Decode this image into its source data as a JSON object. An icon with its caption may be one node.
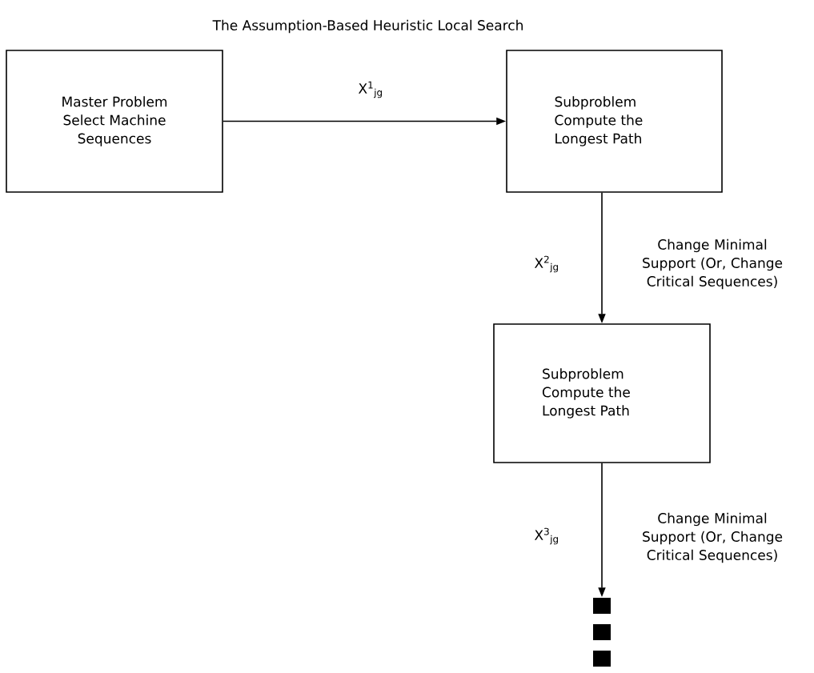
{
  "diagram": {
    "title": "The Assumption-Based Heuristic Local Search",
    "nodes": [
      {
        "text": [
          "Master Problem Select Machine Sequences"
        ]
      },
      {
        "text": [
          "Subproblem Compute the Longest Path"
        ]
      },
      {
        "text": [
          "Subproblem Compute the Longest Path"
        ]
      },
      {
        "text": [],
        "shape": "box"
      }
    ],
    "edges": [
      {
        "from": 0,
        "to": 1,
        "arrow": "to",
        "label": "X$^{1}$$_{jg}$"
      },
      {
        "from": 1,
        "to": 2,
        "arrow": "to",
        "label": "X$^{2}$$_{jg}$"
      },
      {
        "from": 2,
        "to": 3,
        "arrow": "to",
        "label": "X$^{3}$$_{jg}$"
      }
    ],
    "labels": [
      "Change Minimal Support (Or, Change Critical Sequences)",
      "Change Minimal Support (Or, Change Critical Sequences)"
    ]
  }
}
